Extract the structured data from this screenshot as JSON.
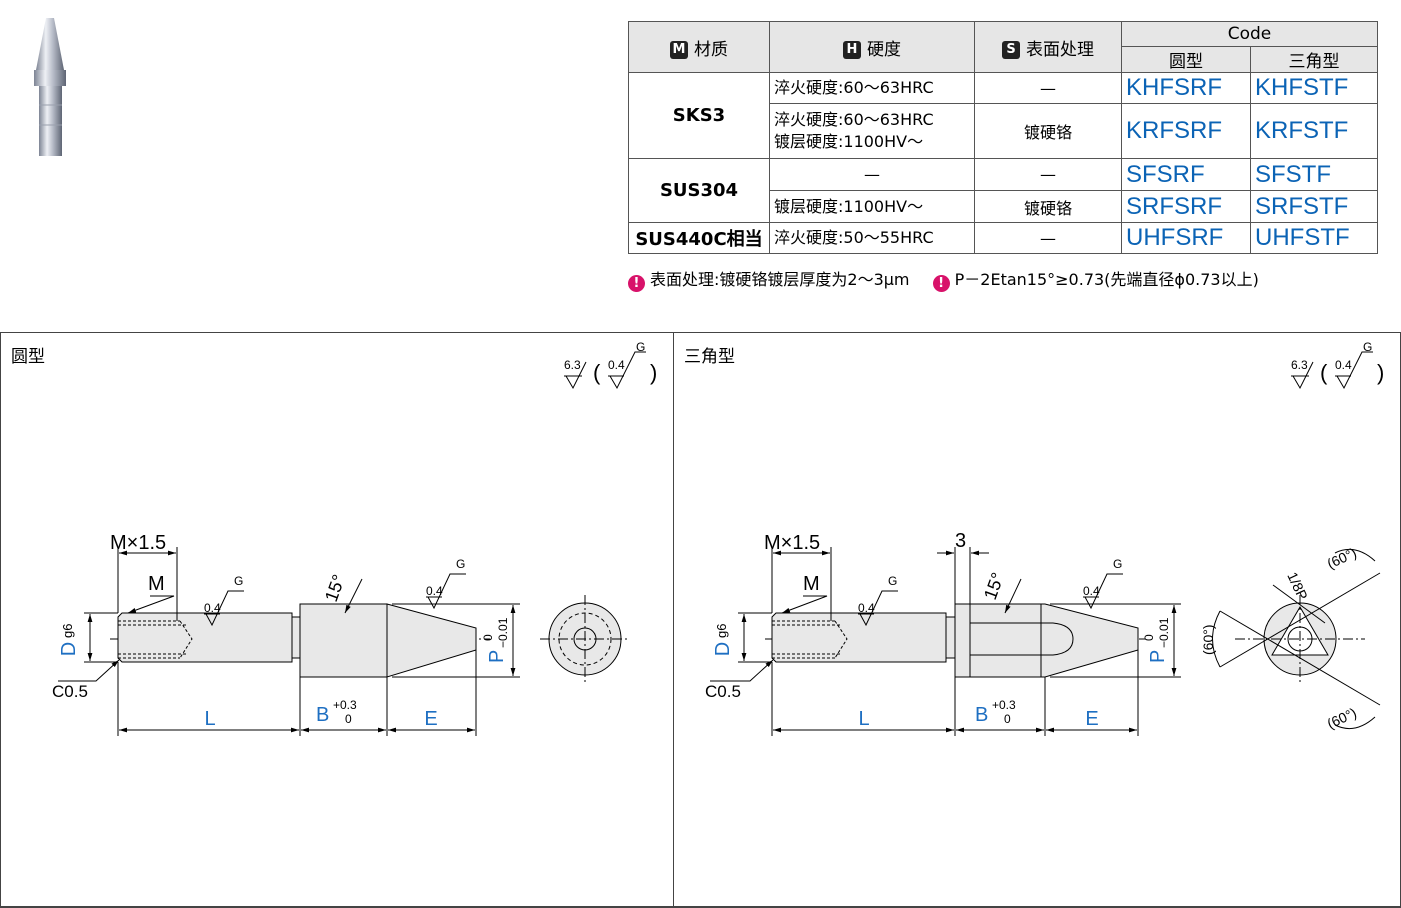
{
  "table": {
    "headers": {
      "material": "材质",
      "material_badge": "M",
      "hardness": "硬度",
      "hardness_badge": "H",
      "surface": "表面处理",
      "surface_badge": "S",
      "code": "Code",
      "code_round": "圆型",
      "code_triangle": "三角型"
    },
    "groups": [
      {
        "material": "SKS3",
        "rows": [
          {
            "hardness_lines": [
              "淬火硬度:60～63HRC"
            ],
            "surface": "—",
            "round": "KHFSRF",
            "triangle": "KHFSTF"
          },
          {
            "hardness_lines": [
              "淬火硬度:60～63HRC",
              "镀层硬度:1100HV～"
            ],
            "surface": "镀硬铬",
            "round": "KRFSRF",
            "triangle": "KRFSTF"
          }
        ]
      },
      {
        "material": "SUS304",
        "rows": [
          {
            "hardness_lines": [
              "—"
            ],
            "surface": "—",
            "round": "SFSRF",
            "triangle": "SFSTF"
          },
          {
            "hardness_lines": [
              "镀层硬度:1100HV～"
            ],
            "surface": "镀硬铬",
            "round": "SRFSRF",
            "triangle": "SRFSTF"
          }
        ]
      },
      {
        "material": "SUS440C相当",
        "rows": [
          {
            "hardness_lines": [
              "淬火硬度:50～55HRC"
            ],
            "surface": "—",
            "round": "UHFSRF",
            "triangle": "UHFSTF"
          }
        ]
      }
    ]
  },
  "notes": [
    "表面处理:镀硬铬镀层厚度为2～3μm",
    "P－2Etan15°≥0.73(先端直径ϕ0.73以上)"
  ],
  "sections": {
    "round_title": "圆型",
    "triangle_title": "三角型"
  },
  "roughness": {
    "main": "6.3",
    "sub": "0.4",
    "grade": "G"
  },
  "dims": {
    "thread": "M×1.5",
    "m": "M",
    "d": "D",
    "d_tol": "g6",
    "chamfer": "C0.5",
    "l": "L",
    "b": "B",
    "b_tol_up": "+0.3",
    "b_tol_low": "0",
    "e": "E",
    "p": "P",
    "p_tol_up": "0",
    "p_tol_low": "−0.01",
    "angle": "15°",
    "rough_mark": "0.4",
    "rough_grade": "G",
    "three": "3",
    "angle60a": "(60°)",
    "angle60b": "(60°)",
    "angle60c": "(60°)",
    "p_eighth": "1/8P"
  },
  "colors": {
    "code": "#0b63b5",
    "dim_blue": "#1e6fc2",
    "warn": "#d8126a",
    "part_fill": "#e8e8e8"
  }
}
